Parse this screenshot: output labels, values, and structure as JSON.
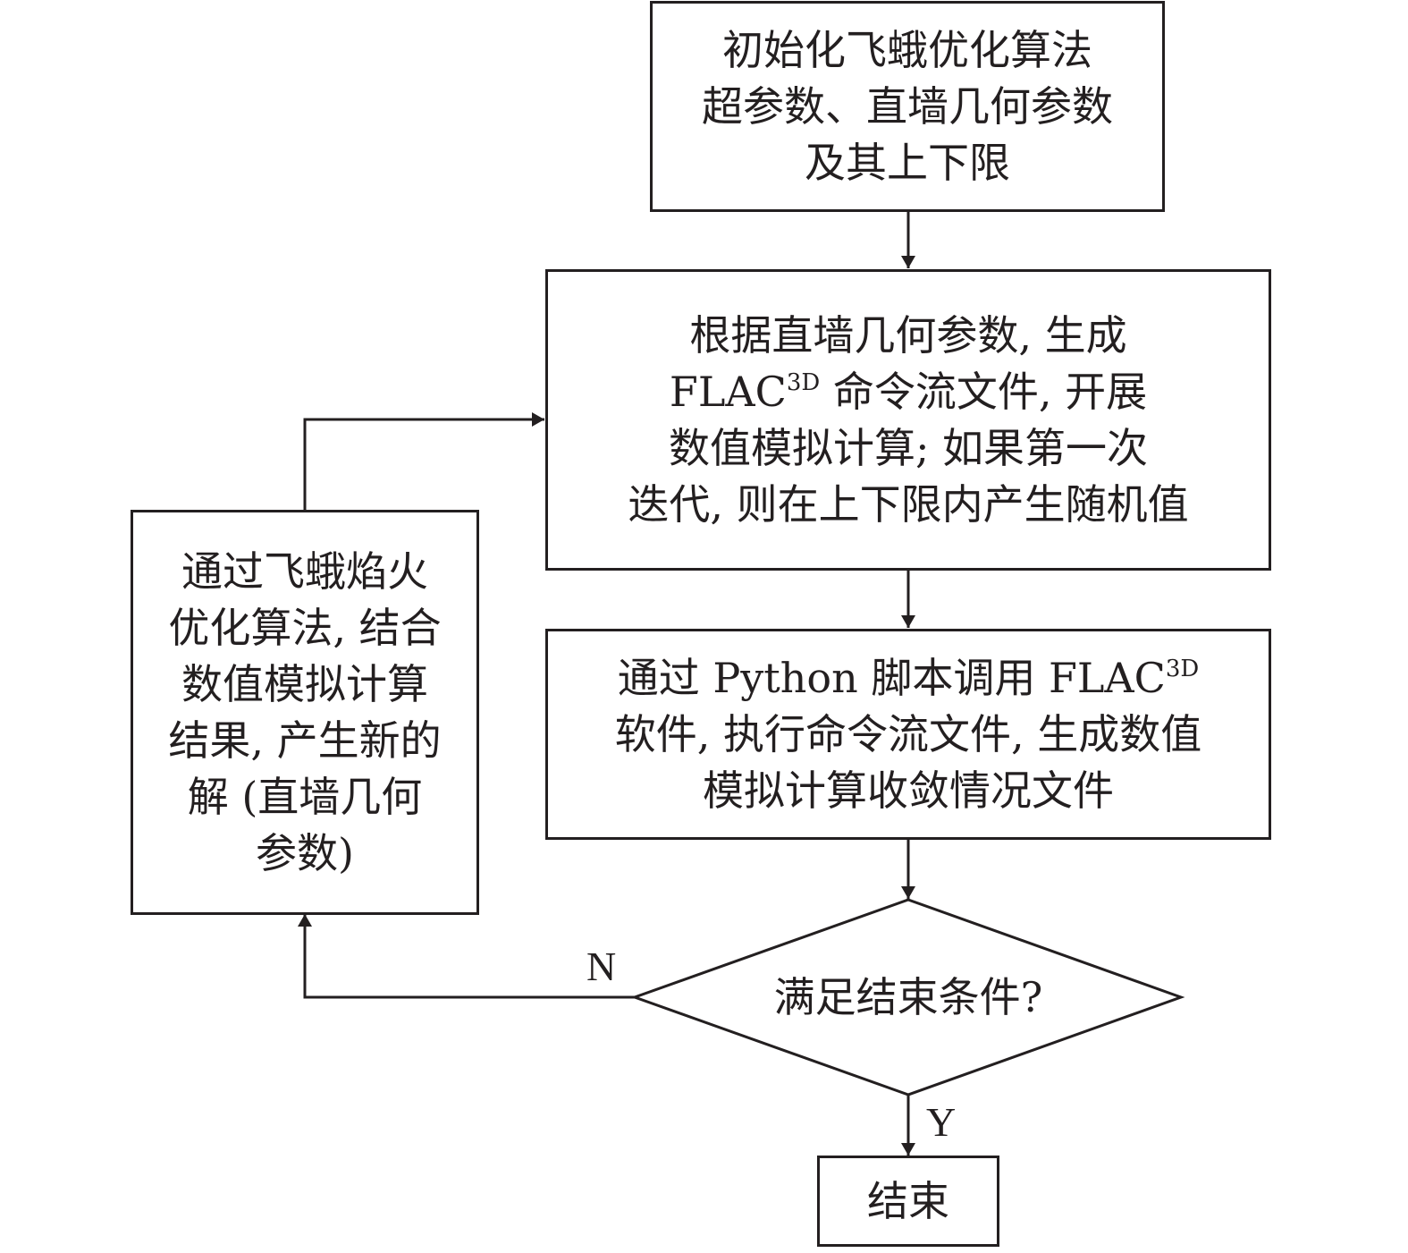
{
  "diagram": {
    "type": "flowchart",
    "nodes": {
      "init": {
        "lines": [
          "初始化飞蛾优化算法",
          "超参数、直墙几何参数",
          "及其上下限"
        ]
      },
      "generate": {
        "lines": [
          {
            "pre": "根据直墙几何参数, 生成",
            "sup": "",
            "post": ""
          },
          {
            "pre": "FLAC",
            "sup": "3D",
            "post": " 命令流文件, 开展"
          },
          {
            "pre": "数值模拟计算; 如果第一次",
            "sup": "",
            "post": ""
          },
          {
            "pre": "迭代, 则在上下限内产生随机值",
            "sup": "",
            "post": ""
          }
        ]
      },
      "execute": {
        "lines": [
          {
            "pre": "通过 Python 脚本调用 FLAC",
            "sup": "3D",
            "post": ""
          },
          {
            "pre": "软件, 执行命令流文件, 生成数值",
            "sup": "",
            "post": ""
          },
          {
            "pre": "模拟计算收敛情况文件",
            "sup": "",
            "post": ""
          }
        ]
      },
      "update": {
        "lines": [
          "通过飞蛾焰火",
          "优化算法, 结合",
          "数值模拟计算",
          "结果, 产生新的",
          "解 (直墙几何",
          "参数)"
        ]
      },
      "decision": {
        "text": "满足结束条件?"
      },
      "end": {
        "text": "结束"
      }
    },
    "edges": [
      {
        "from": "init",
        "to": "generate",
        "label": ""
      },
      {
        "from": "generate",
        "to": "execute",
        "label": ""
      },
      {
        "from": "execute",
        "to": "decision",
        "label": ""
      },
      {
        "from": "decision",
        "to": "end",
        "label": "Y"
      },
      {
        "from": "decision",
        "to": "update",
        "label": "N"
      },
      {
        "from": "update",
        "to": "generate",
        "label": ""
      }
    ],
    "labels": {
      "yes": "Y",
      "no": "N"
    },
    "colors": {
      "stroke": "#231f20",
      "background": "#ffffff"
    }
  }
}
